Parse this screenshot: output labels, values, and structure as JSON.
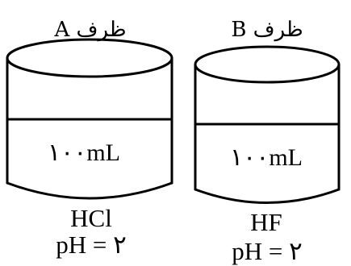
{
  "containers": [
    {
      "title": "ظرف A",
      "volume": "۱۰۰mL",
      "substance": "HCl",
      "ph": "pH = ۲"
    },
    {
      "title": "ظرف B",
      "volume": "۱۰۰mL",
      "substance": "HF",
      "ph": "pH = ۲"
    }
  ]
}
